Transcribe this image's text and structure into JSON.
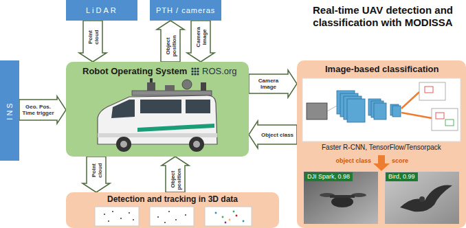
{
  "diagram": {
    "title": "Real-time UAV detection and classification with MODISSA",
    "nodes": [
      {
        "text": [
          "LiDAR"
        ]
      },
      {
        "text": [
          "PTH / cameras"
        ]
      },
      {
        "text": [
          "INS"
        ]
      },
      {
        "text": [
          "Robot Operating System",
          "ROS.org"
        ]
      },
      {
        "text": [
          "Image-based classification",
          "Faster R-CNN, TensorFlow/Tensorpack"
        ]
      },
      {
        "text": [
          "Detection and tracking in 3D data"
        ]
      }
    ],
    "edges": [
      {
        "from": 0,
        "to": 3,
        "label": "Point cloud",
        "arrow": "to"
      },
      {
        "from": 3,
        "to": 1,
        "label": "Object position",
        "arrow": "to"
      },
      {
        "from": 1,
        "to": 3,
        "label": "Camera image",
        "arrow": "to"
      },
      {
        "from": 2,
        "to": 3,
        "label": "Geo. Pos. Time trigger",
        "arrow": "to"
      },
      {
        "from": 3,
        "to": 4,
        "label": "Camera Image",
        "arrow": "to"
      },
      {
        "from": 4,
        "to": 3,
        "label": "Object class",
        "arrow": "to"
      },
      {
        "from": 3,
        "to": 5,
        "label": "Point cloud",
        "arrow": "to"
      },
      {
        "from": 5,
        "to": 3,
        "label": "Object position",
        "arrow": "to"
      }
    ],
    "labels": [
      "object class",
      "score",
      "DJI Spark, 0.98",
      "Bird, 0.99"
    ]
  }
}
